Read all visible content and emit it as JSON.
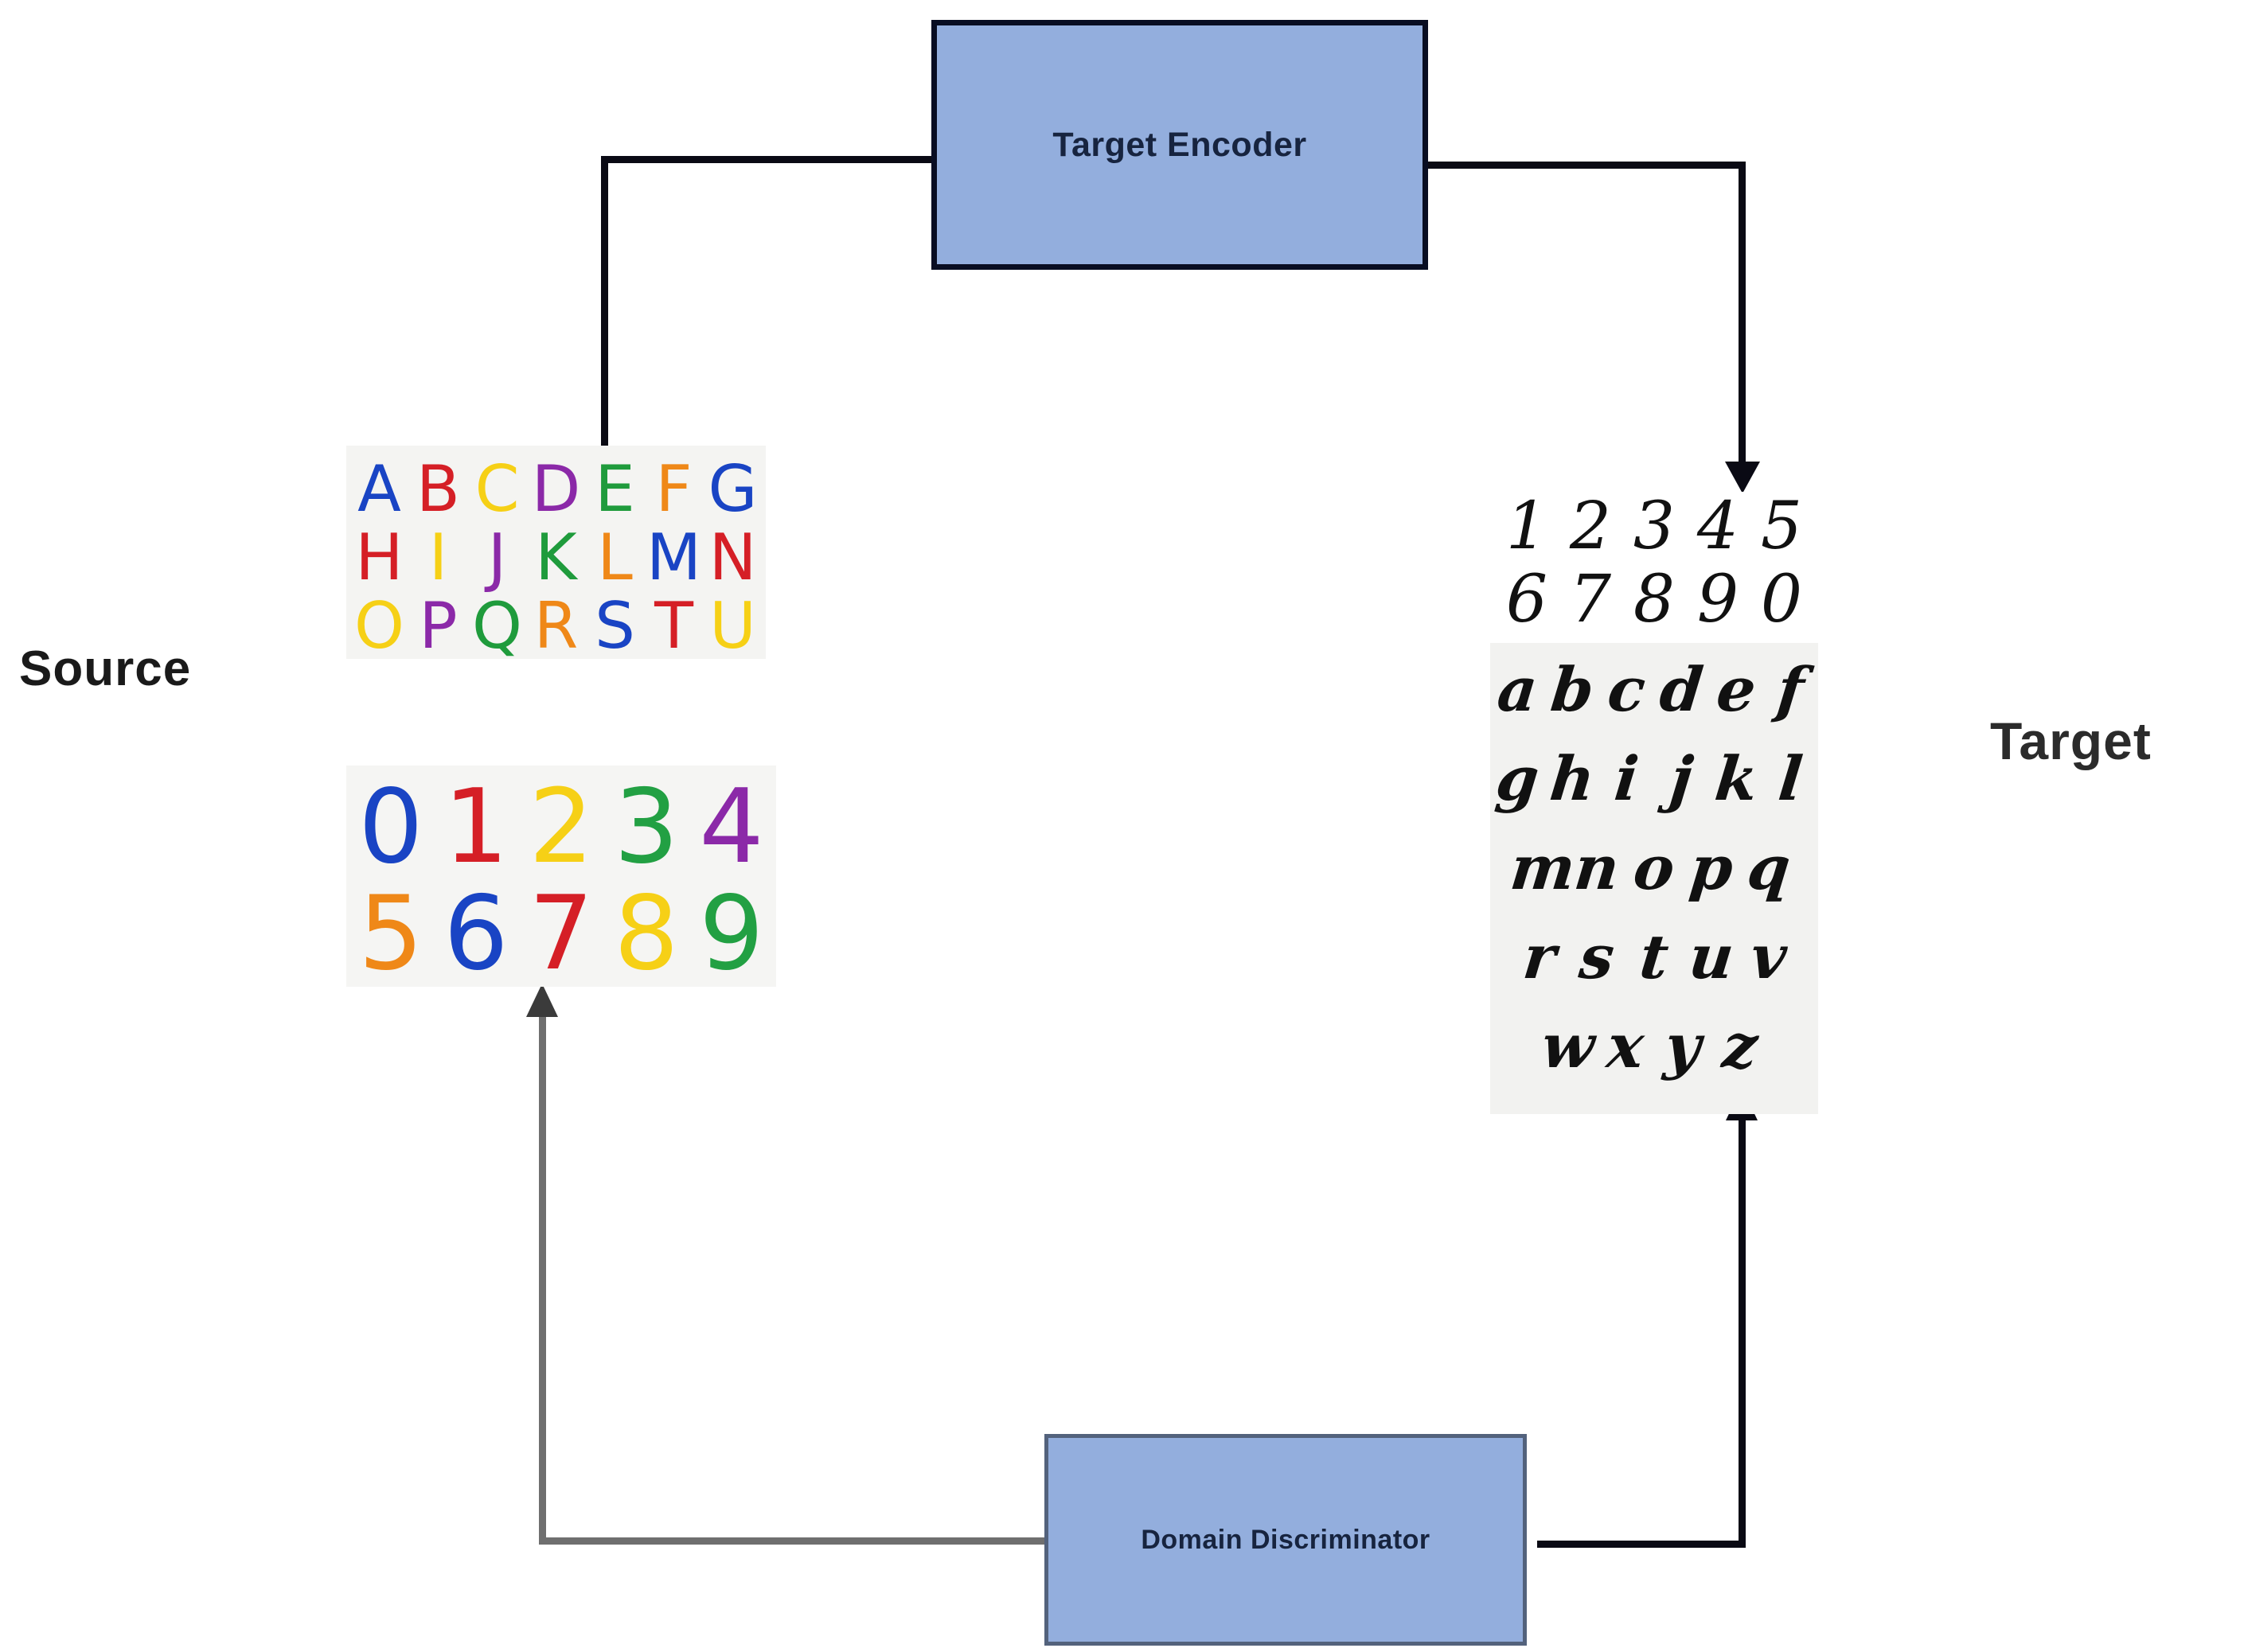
{
  "diagram": {
    "title_nodes": {
      "target_encoder": "Target Encoder",
      "domain_discriminator": "Domain Discriminator"
    },
    "side_labels": {
      "source": "Source",
      "target": "Target"
    },
    "colors": {
      "box_fill": "#93aedd",
      "box_border_dark": "#080d22",
      "box_border_gray": "#53627c",
      "connector_black": "#0a0a14",
      "connector_gray": "#6f6f6f",
      "label_text": "#1a1a1a",
      "box_text": "#17243f",
      "source_panel_bg": "#f4f4f2",
      "target_panel_bg": "#f2f2f0"
    },
    "edges": [
      {
        "name": "target-encoder-to-source",
        "from": "target_encoder_left",
        "to": "source_letters",
        "style": "black",
        "arrowhead": "none"
      },
      {
        "name": "target-encoder-to-target",
        "from": "target_encoder_right",
        "to": "target_digits",
        "style": "black",
        "arrowhead": "down"
      },
      {
        "name": "discriminator-to-source",
        "from": "domain_discriminator_left",
        "to": "source_digits",
        "style": "gray",
        "arrowhead": "up"
      },
      {
        "name": "discriminator-to-target",
        "from": "domain_discriminator_right",
        "to": "target_letters",
        "style": "black",
        "arrowhead": "up"
      }
    ]
  },
  "source_sample": {
    "letters": {
      "rows": [
        [
          {
            "ch": "A",
            "color": "#1944c4"
          },
          {
            "ch": "B",
            "color": "#d51f26"
          },
          {
            "ch": "C",
            "color": "#f6d016"
          },
          {
            "ch": "D",
            "color": "#8b29a8"
          },
          {
            "ch": "E",
            "color": "#1f9b3c"
          },
          {
            "ch": "F",
            "color": "#ef8818"
          },
          {
            "ch": "G",
            "color": "#1944c4"
          }
        ],
        [
          {
            "ch": "H",
            "color": "#d51f26"
          },
          {
            "ch": "I",
            "color": "#f6d016"
          },
          {
            "ch": "J",
            "color": "#8b29a8"
          },
          {
            "ch": "K",
            "color": "#1f9b3c"
          },
          {
            "ch": "L",
            "color": "#ef8818"
          },
          {
            "ch": "M",
            "color": "#1944c4"
          },
          {
            "ch": "N",
            "color": "#d51f26"
          }
        ],
        [
          {
            "ch": "O",
            "color": "#f6d016"
          },
          {
            "ch": "P",
            "color": "#8b29a8"
          },
          {
            "ch": "Q",
            "color": "#1f9b3c"
          },
          {
            "ch": "R",
            "color": "#ef8818"
          },
          {
            "ch": "S",
            "color": "#1944c4"
          },
          {
            "ch": "T",
            "color": "#d51f26"
          },
          {
            "ch": "U",
            "color": "#f6d016"
          }
        ]
      ]
    },
    "digits": {
      "rows": [
        [
          {
            "ch": "0",
            "color": "#1944c4"
          },
          {
            "ch": "1",
            "color": "#d51f26"
          },
          {
            "ch": "2",
            "color": "#f6d016"
          },
          {
            "ch": "3",
            "color": "#22a043"
          },
          {
            "ch": "4",
            "color": "#8b29a8"
          }
        ],
        [
          {
            "ch": "5",
            "color": "#ef8818"
          },
          {
            "ch": "6",
            "color": "#1944c4"
          },
          {
            "ch": "7",
            "color": "#d51f26"
          },
          {
            "ch": "8",
            "color": "#f6d016"
          },
          {
            "ch": "9",
            "color": "#22a043"
          }
        ]
      ]
    }
  },
  "target_sample": {
    "digits": {
      "rows": [
        [
          "1",
          "2",
          "3",
          "4",
          "5"
        ],
        [
          "6",
          "7",
          "8",
          "9",
          "0"
        ]
      ]
    },
    "letters": {
      "rows": [
        [
          "a",
          "b",
          "c",
          "d",
          "e",
          "f"
        ],
        [
          "g",
          "h",
          "i",
          "j",
          "k",
          "l"
        ],
        [
          "m",
          "n",
          "o",
          "p",
          "q"
        ],
        [
          "r",
          "s",
          "t",
          "u",
          "v"
        ],
        [
          "w",
          "x",
          "y",
          "z"
        ]
      ]
    }
  }
}
